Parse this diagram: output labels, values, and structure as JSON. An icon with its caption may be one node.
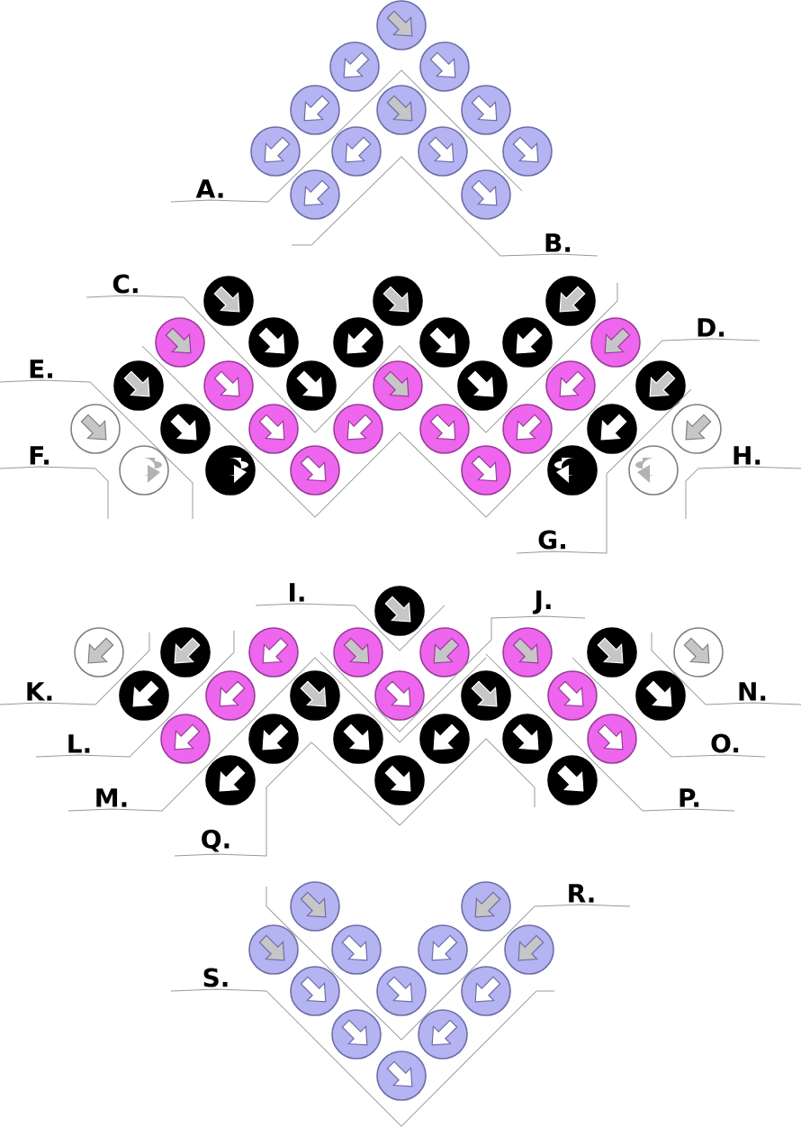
{
  "diagram": {
    "nodes": [
      {
        "text": [
          "A."
        ]
      },
      {
        "text": [
          "B."
        ]
      },
      {
        "text": [
          "C."
        ]
      },
      {
        "text": [
          "D."
        ]
      },
      {
        "text": [
          "E."
        ]
      },
      {
        "text": [
          "F."
        ]
      },
      {
        "text": [
          "G."
        ]
      },
      {
        "text": [
          "H."
        ]
      },
      {
        "text": [
          "I."
        ]
      },
      {
        "text": [
          "J."
        ]
      },
      {
        "text": [
          "K."
        ]
      },
      {
        "text": [
          "L."
        ]
      },
      {
        "text": [
          "M."
        ]
      },
      {
        "text": [
          "N."
        ]
      },
      {
        "text": [
          "O."
        ]
      },
      {
        "text": [
          "P."
        ]
      },
      {
        "text": [
          "Q."
        ]
      },
      {
        "text": [
          "R."
        ]
      },
      {
        "text": [
          "S."
        ]
      }
    ],
    "edges": [
      {
        "from": 0,
        "to": null,
        "arrow": "none"
      },
      {
        "from": 1,
        "to": null,
        "arrow": "none"
      },
      {
        "from": 2,
        "to": null,
        "arrow": "none"
      },
      {
        "from": 3,
        "to": null,
        "arrow": "none"
      },
      {
        "from": 4,
        "to": null,
        "arrow": "none"
      },
      {
        "from": 5,
        "to": null,
        "arrow": "none"
      },
      {
        "from": 6,
        "to": null,
        "arrow": "none"
      },
      {
        "from": 7,
        "to": null,
        "arrow": "none"
      },
      {
        "from": 8,
        "to": null,
        "arrow": "none"
      },
      {
        "from": 9,
        "to": null,
        "arrow": "none"
      },
      {
        "from": 10,
        "to": null,
        "arrow": "none"
      },
      {
        "from": 11,
        "to": null,
        "arrow": "none"
      },
      {
        "from": 12,
        "to": null,
        "arrow": "none"
      },
      {
        "from": 13,
        "to": null,
        "arrow": "none"
      },
      {
        "from": 14,
        "to": null,
        "arrow": "none"
      },
      {
        "from": 15,
        "to": null,
        "arrow": "none"
      },
      {
        "from": 16,
        "to": null,
        "arrow": "none"
      },
      {
        "from": 17,
        "to": null,
        "arrow": "none"
      },
      {
        "from": 18,
        "to": null,
        "arrow": "none"
      }
    ]
  }
}
